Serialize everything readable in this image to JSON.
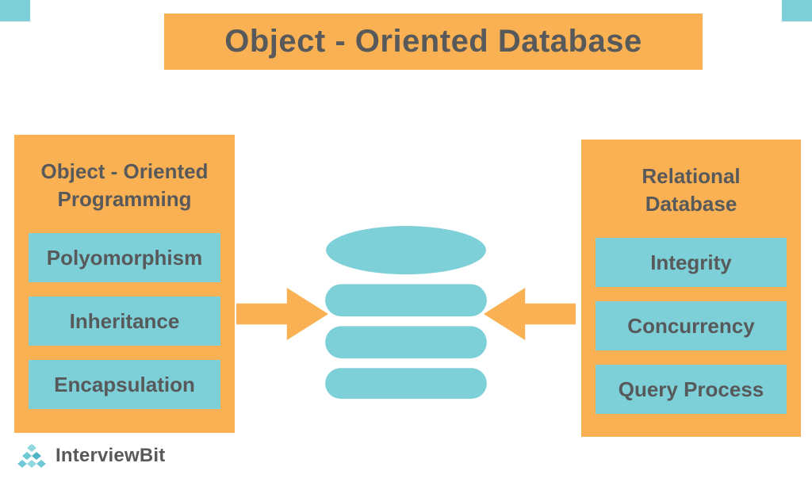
{
  "title": "Object - Oriented Database",
  "panels": {
    "left": {
      "title": "Object - Oriented Programming",
      "items": [
        "Polyomorphism",
        "Inheritance",
        "Encapsulation"
      ]
    },
    "right": {
      "title": "Relational Database",
      "items": [
        "Integrity",
        "Concurrency",
        "Query Process"
      ]
    }
  },
  "logo": {
    "text_primary": "Interview",
    "text_secondary": "Bit"
  },
  "icons": {
    "center": "database-icon",
    "left_arrow": "arrow-right-icon",
    "right_arrow": "arrow-left-icon",
    "logo": "interviewbit-diamond-logo-icon"
  },
  "colors": {
    "banner_orange": "#F9B153",
    "box_teal": "#7ED0D8",
    "text_gray": "#58595B"
  }
}
